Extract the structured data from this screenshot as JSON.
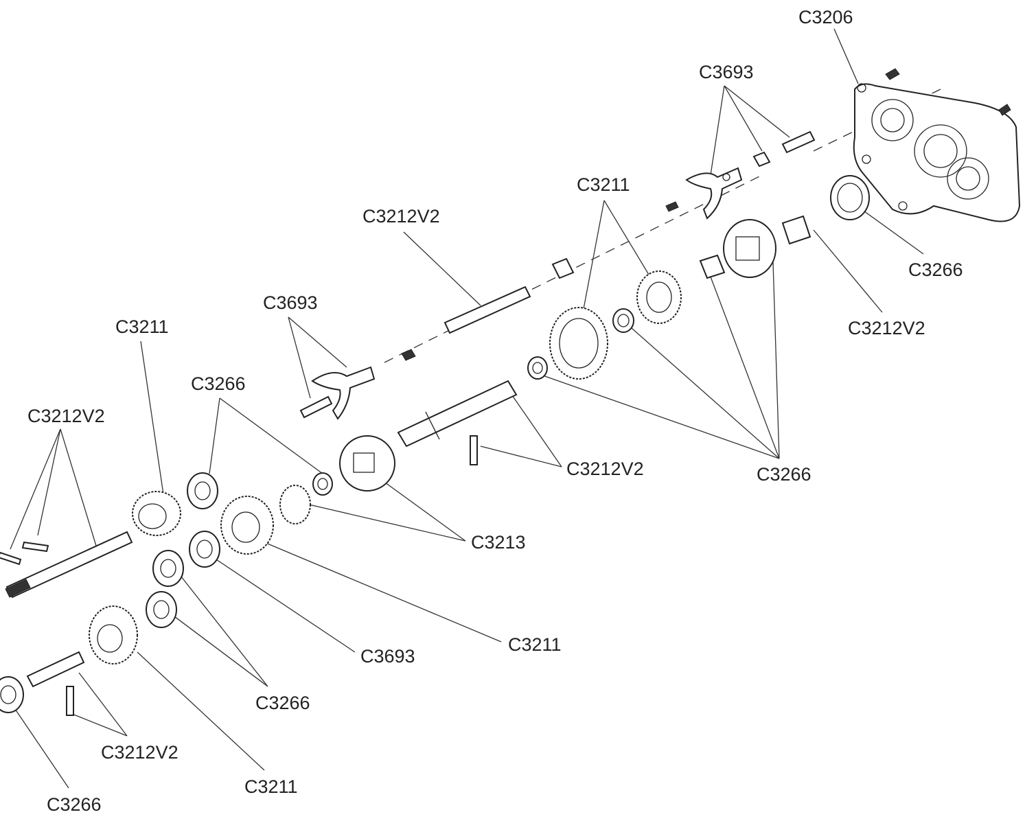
{
  "labels": {
    "c3206": "C3206",
    "c3693_top": "C3693",
    "c3211_top": "C3211",
    "c3212v2_top": "C3212V2",
    "c3266_right": "C3266",
    "c3212v2_right": "C3212V2",
    "c3693_mid": "C3693",
    "c3211_left": "C3211",
    "c3266_mid": "C3266",
    "c3212v2_left": "C3212V2",
    "c3212v2_center": "C3212V2",
    "c3266_center": "C3266",
    "c3213": "C3213",
    "c3211_lower": "C3211",
    "c3693_lower": "C3693",
    "c3266_lower": "C3266",
    "c3212v2_bottom": "C3212V2",
    "c3211_bottom": "C3211",
    "c3266_bottom": "C3266"
  }
}
